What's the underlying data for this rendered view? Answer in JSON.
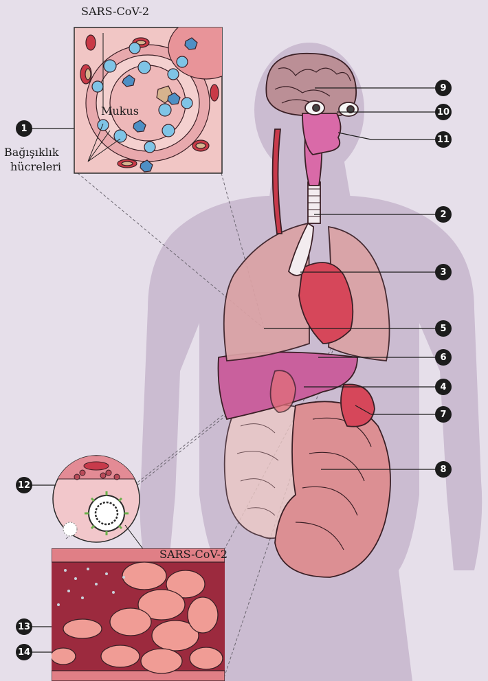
{
  "colors": {
    "background": "#e6dfea",
    "silhouette": "#cbbcd1",
    "organ_pink": "#e9aab0",
    "organ_red": "#d6475a",
    "liver_magenta": "#c9609d",
    "blood": "#9c2a3e",
    "virus_blue": "#4e8fc4",
    "marker": "#1c1c1c"
  },
  "labels": {
    "sars_top": "SARS-CoV-2",
    "mukus": "Mukus",
    "immune_line1": "Bağışıklık",
    "immune_line2": "hücreleri",
    "sars_bottom": "SARS-CoV-2"
  },
  "markers": [
    "1",
    "2",
    "3",
    "4",
    "5",
    "6",
    "7",
    "8",
    "9",
    "10",
    "11",
    "12",
    "13",
    "14"
  ]
}
